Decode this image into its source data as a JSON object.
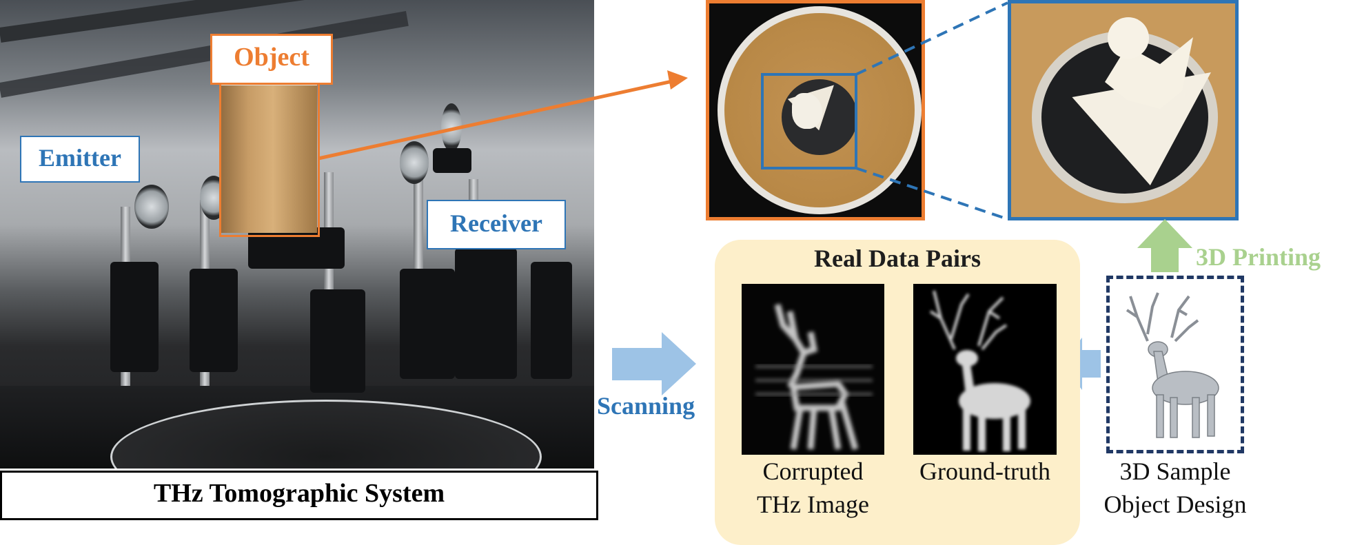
{
  "labels": {
    "object": "Object",
    "emitter": "Emitter",
    "receiver": "Receiver",
    "system_caption": "THz Tomographic System",
    "scanning": "Scanning",
    "printing": "3D Printing"
  },
  "data_pairs": {
    "title": "Real Data Pairs",
    "corrupted_line1": "Corrupted",
    "corrupted_line2": "THz Image",
    "ground_truth": "Ground-truth"
  },
  "design": {
    "line1": "3D Sample",
    "line2": "Object Design"
  },
  "colors": {
    "orange": "#ed7d31",
    "blue": "#2e75b6",
    "light_blue_arrow": "#9dc3e6",
    "green": "#a9d18e",
    "panel_bg": "#fdefca",
    "dark_blue": "#203864"
  },
  "icons": {
    "scan_arrow": "arrow-right-icon",
    "design_arrow": "arrow-left-icon",
    "print_arrow": "arrow-up-icon"
  }
}
